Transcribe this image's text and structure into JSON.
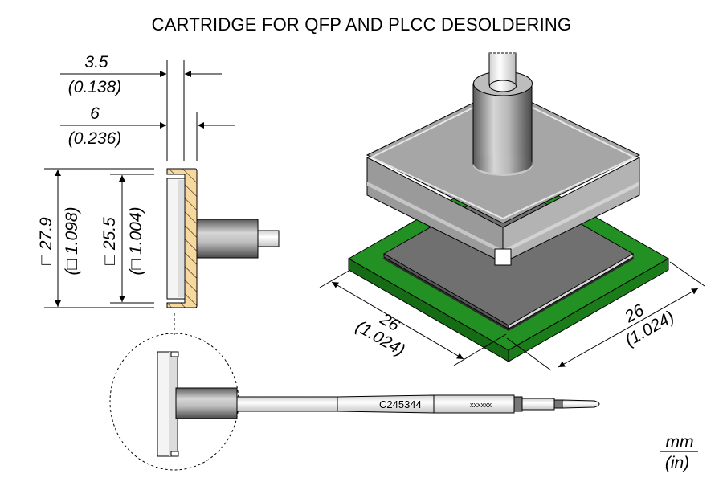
{
  "title": "CARTRIDGE FOR QFP AND PLCC DESOLDERING",
  "dimensions": {
    "tip_thickness": {
      "mm": "3.5",
      "in": "(0.138)"
    },
    "overall_thickness": {
      "mm": "6",
      "in": "(0.236)"
    },
    "outer_square": {
      "mm": "□ 27.9",
      "in": "(□ 1.098)"
    },
    "inner_square": {
      "mm": "□ 25.5",
      "in": "(□ 1.004)"
    },
    "component_width_left": {
      "mm": "26",
      "in": "(1.024)"
    },
    "component_width_right": {
      "mm": "26",
      "in": "(1.024)"
    }
  },
  "cartridge": {
    "part_number": "C245344",
    "serial": "xxxxxx"
  },
  "units": {
    "primary": "mm",
    "secondary": "(in)"
  },
  "colors": {
    "pcb_green": "#1f8a1f",
    "chip_gray": "#6e6e6e",
    "section_hatch": "#f7d9a0",
    "metal_gray": "#a9a9a9"
  }
}
